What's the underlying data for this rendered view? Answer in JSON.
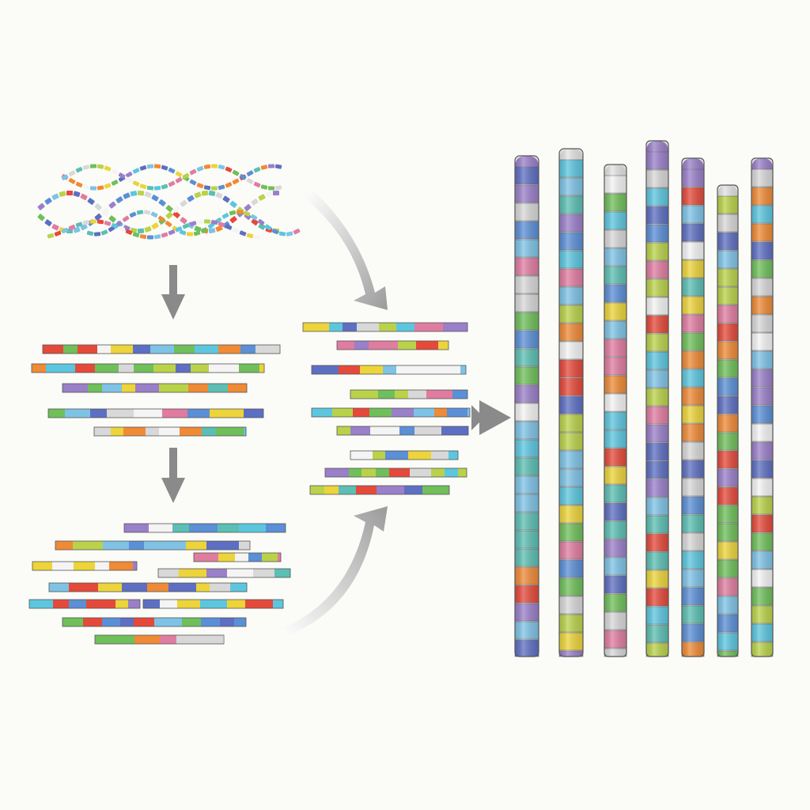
{
  "palette": {
    "blue": "#5b8fd6",
    "lightblue": "#7ec3e6",
    "cyan": "#5cc6df",
    "green": "#6fbf5a",
    "lime": "#b9d24a",
    "yellow": "#ecd43a",
    "orange": "#ef8a36",
    "red": "#e5493a",
    "pink": "#e07ca0",
    "purple": "#9a7fc9",
    "navy": "#5d6fc2",
    "teal": "#5bbfb3",
    "white": "#f4f4f4",
    "gray": "#d8d8d8"
  },
  "arrow_color": "#8d8d8d",
  "stages": [
    {
      "name": "tangled-strands"
    },
    {
      "name": "split-strands"
    },
    {
      "name": "fragmented-reads"
    },
    {
      "name": "aligned-reads"
    },
    {
      "name": "assembled-chromosomes"
    }
  ],
  "chromosome_count": 7
}
